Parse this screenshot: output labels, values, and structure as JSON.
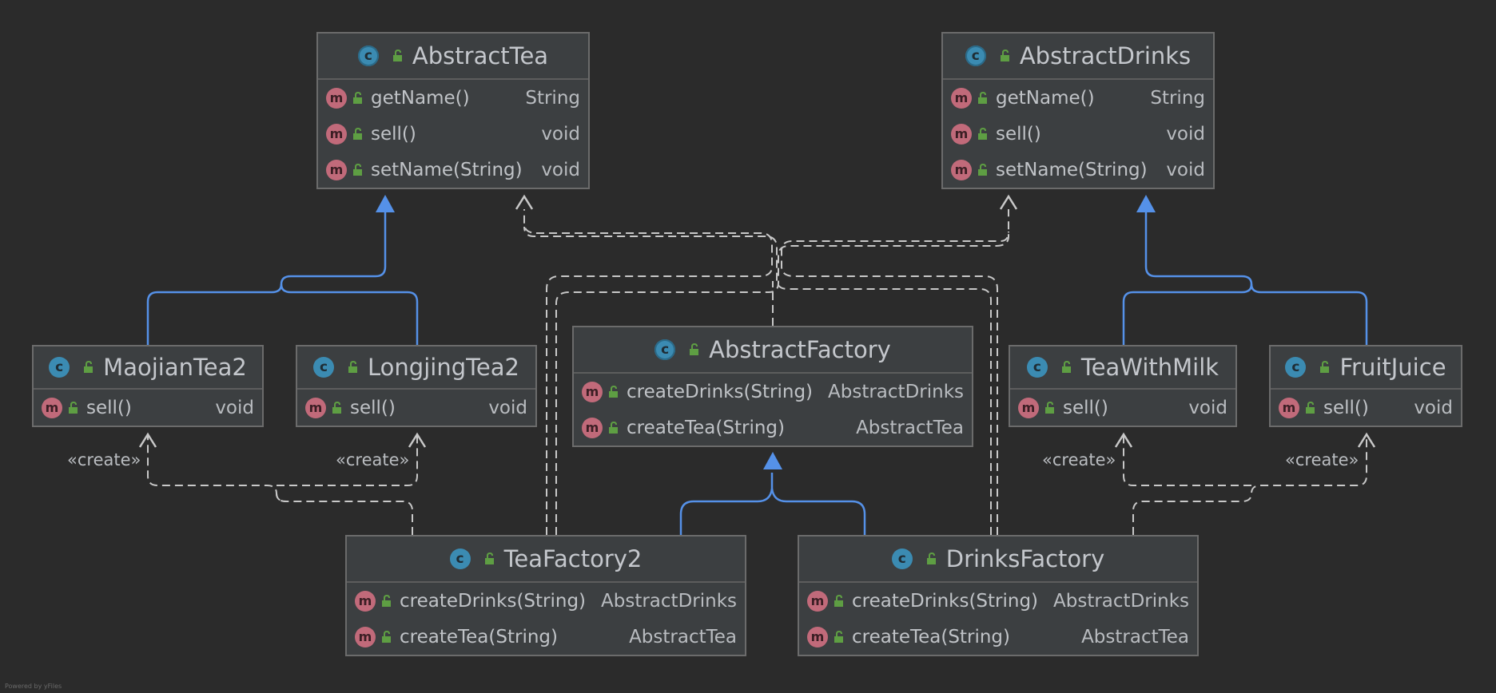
{
  "classes": {
    "abstract_tea": {
      "name": "AbstractTea",
      "icon": "abstract-class-icon",
      "members": [
        {
          "name": "getName()",
          "type": "String"
        },
        {
          "name": "sell()",
          "type": "void"
        },
        {
          "name": "setName(String)",
          "type": "void"
        }
      ]
    },
    "abstract_drinks": {
      "name": "AbstractDrinks",
      "icon": "abstract-class-icon",
      "members": [
        {
          "name": "getName()",
          "type": "String"
        },
        {
          "name": "sell()",
          "type": "void"
        },
        {
          "name": "setName(String)",
          "type": "void"
        }
      ]
    },
    "maojian_tea2": {
      "name": "MaojianTea2",
      "icon": "class-icon",
      "members": [
        {
          "name": "sell()",
          "type": "void"
        }
      ]
    },
    "longjing_tea2": {
      "name": "LongjingTea2",
      "icon": "class-icon",
      "members": [
        {
          "name": "sell()",
          "type": "void"
        }
      ]
    },
    "abstract_factory": {
      "name": "AbstractFactory",
      "icon": "abstract-class-icon",
      "members": [
        {
          "name": "createDrinks(String)",
          "type": "AbstractDrinks"
        },
        {
          "name": "createTea(String)",
          "type": "AbstractTea"
        }
      ]
    },
    "tea_with_milk": {
      "name": "TeaWithMilk",
      "icon": "class-icon",
      "members": [
        {
          "name": "sell()",
          "type": "void"
        }
      ]
    },
    "fruit_juice": {
      "name": "FruitJuice",
      "icon": "class-icon",
      "members": [
        {
          "name": "sell()",
          "type": "void"
        }
      ]
    },
    "tea_factory2": {
      "name": "TeaFactory2",
      "icon": "class-icon",
      "members": [
        {
          "name": "createDrinks(String)",
          "type": "AbstractDrinks"
        },
        {
          "name": "createTea(String)",
          "type": "AbstractTea"
        }
      ]
    },
    "drinks_factory": {
      "name": "DrinksFactory",
      "icon": "class-icon",
      "members": [
        {
          "name": "createDrinks(String)",
          "type": "AbstractDrinks"
        },
        {
          "name": "createTea(String)",
          "type": "AbstractTea"
        }
      ]
    }
  },
  "icons": {
    "class_letter": "c",
    "method_letter": "m"
  },
  "stereotype": "«create»",
  "colors": {
    "inheritance": "#5591e8",
    "dependency": "#c8c8c8",
    "class_icon": "#3b8bb2",
    "method_icon": "#c16a7a",
    "lock_icon": "#5e9e43"
  },
  "footer": "Powered by yFiles"
}
